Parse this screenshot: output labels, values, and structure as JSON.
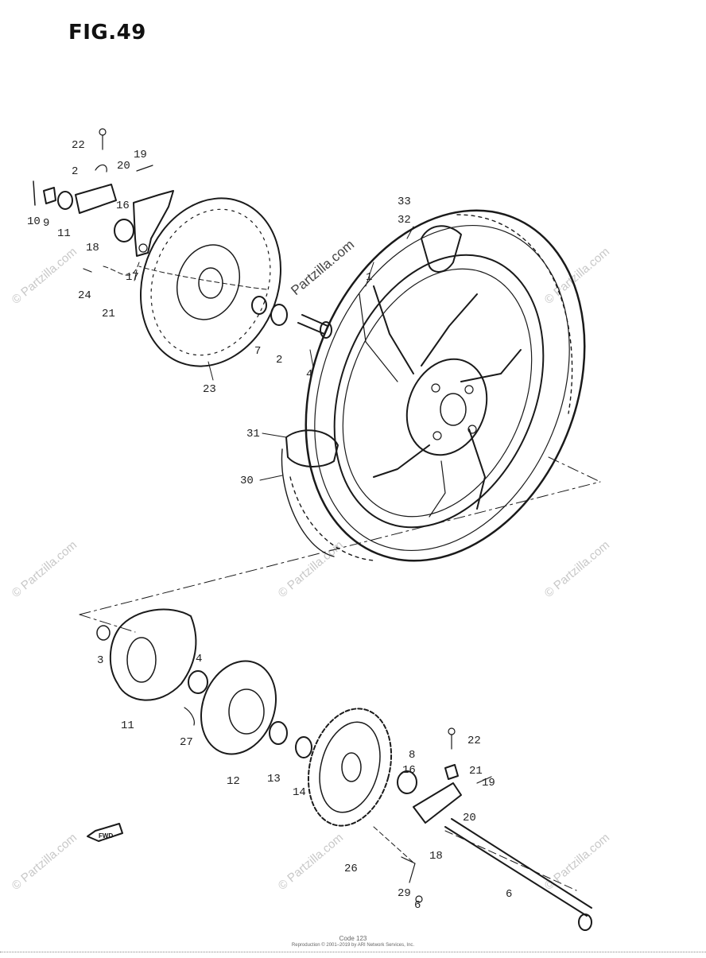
{
  "figure": {
    "title": "FIG.49"
  },
  "watermark": {
    "brand": "© Partzilla.com",
    "large": "Partzilla.com"
  },
  "callouts": {
    "c1": "1",
    "c2a": "2",
    "c2b": "2",
    "c3": "3",
    "c4a": "4",
    "c4b": "4",
    "c6": "6",
    "c7": "7",
    "c8": "8",
    "c9": "9",
    "c10": "10",
    "c11a": "11",
    "c11b": "11",
    "c12": "12",
    "c13": "13",
    "c14": "14",
    "c16a": "16",
    "c16b": "16",
    "c17": "17",
    "c18a": "18",
    "c18b": "18",
    "c19a": "19",
    "c19b": "19",
    "c20a": "20",
    "c20b": "20",
    "c21a": "21",
    "c21b": "21",
    "c22a": "22",
    "c22b": "22",
    "c23": "23",
    "c24": "24",
    "c26": "26",
    "c27": "27",
    "c29": "29",
    "c30": "30",
    "c31": "31",
    "c32": "32",
    "c33": "33"
  },
  "direction_arrow": {
    "label": "FWD"
  },
  "footer": {
    "code": "Code 123",
    "notice": "Reproduction © 2001–2019 by ARI Network Services, Inc."
  }
}
